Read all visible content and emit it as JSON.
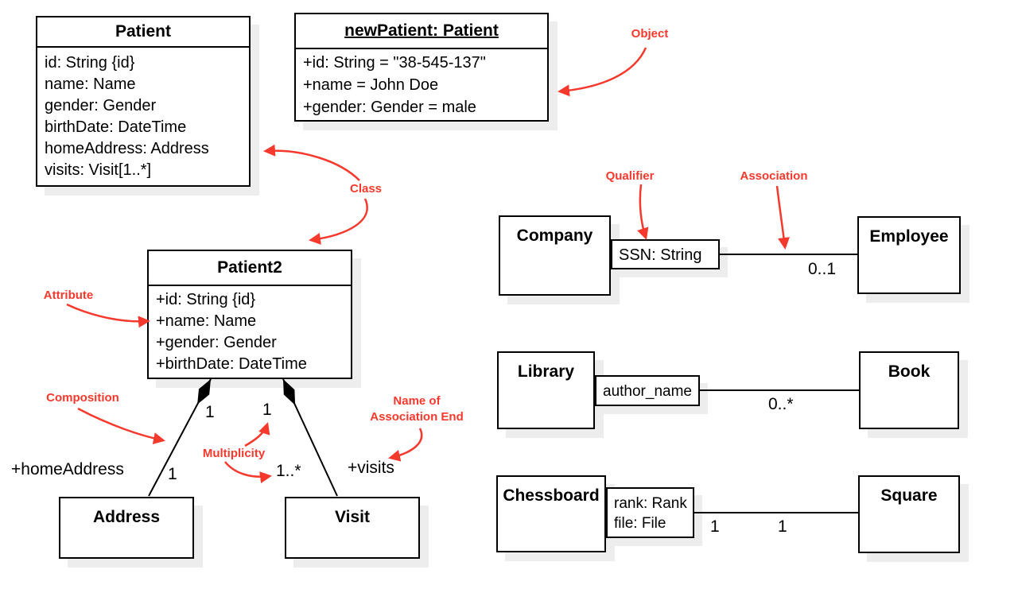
{
  "colors": {
    "annotation_red": "#f5392c",
    "line": "#000000",
    "shadow": "#ededed"
  },
  "boxes": {
    "patient": {
      "title": "Patient",
      "attributes": [
        "id: String {id}",
        "name: Name",
        "gender: Gender",
        "birthDate: DateTime",
        "homeAddress: Address",
        "visits: Visit[1..*]"
      ]
    },
    "new_patient": {
      "title": "newPatient: Patient",
      "attributes": [
        "+id: String = \"38-545-137\"",
        "+name = John Doe",
        "+gender: Gender = male"
      ]
    },
    "patient2": {
      "title": "Patient2",
      "attributes": [
        "+id: String {id}",
        "+name: Name",
        "+gender: Gender",
        "+birthDate: DateTime"
      ]
    },
    "address": {
      "title": "Address"
    },
    "visit": {
      "title": "Visit"
    },
    "company": {
      "title": "Company"
    },
    "employee": {
      "title": "Employee"
    },
    "library": {
      "title": "Library"
    },
    "book": {
      "title": "Book"
    },
    "chessboard": {
      "title": "Chessboard"
    },
    "square": {
      "title": "Square"
    }
  },
  "qualifiers": {
    "ssn": {
      "lines": [
        "SSN: String"
      ]
    },
    "author_name": {
      "lines": [
        "author_name"
      ]
    },
    "rank_file": {
      "lines": [
        "rank: Rank",
        "file: File"
      ]
    }
  },
  "labels": {
    "home_address_end": "+homeAddress",
    "visits_end": "+visits",
    "mult_composition_left_top": "1",
    "mult_composition_right_top": "1",
    "mult_composition_left_bottom": "1",
    "mult_composition_right_bottom": "1..*",
    "mult_employee": "0..1",
    "mult_book": "0..*",
    "mult_chessboard": "1",
    "mult_square": "1"
  },
  "annotations": {
    "object": "Object",
    "class": "Class",
    "attribute": "Attribute",
    "composition": "Composition",
    "multiplicity": "Multiplicity",
    "name_of_association_end_line1": "Name of",
    "name_of_association_end_line2": "Association End",
    "qualifier": "Qualifier",
    "association": "Association"
  }
}
